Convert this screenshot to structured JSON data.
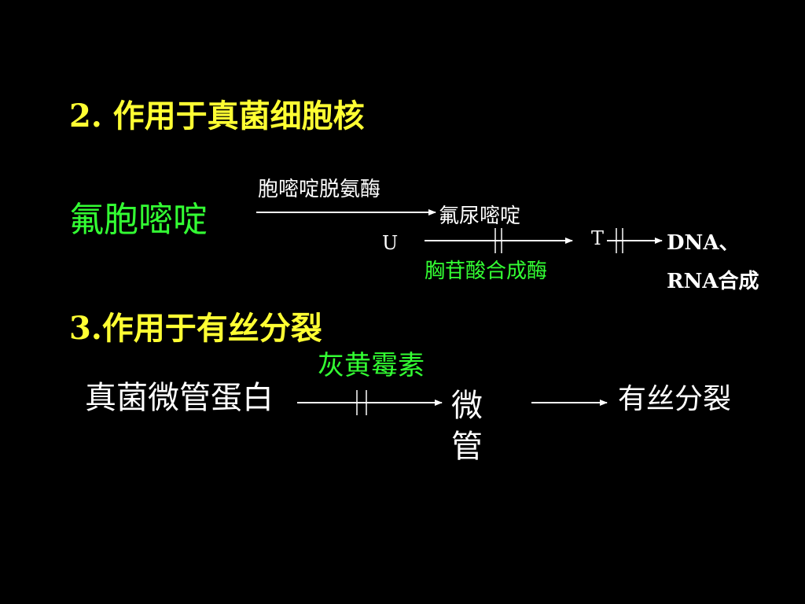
{
  "section2": {
    "title": "2. 作用于真菌细胞核",
    "drug": "氟胞嘧啶",
    "enzyme1": "胞嘧啶脱氨酶",
    "product": "氟尿嘧啶",
    "u_label": "U",
    "enzyme2": "胸苷酸合成酶",
    "t_label": "T",
    "result_line1": "DNA、",
    "result_line2": "RNA合成"
  },
  "section3": {
    "title": "3.作用于有丝分裂",
    "drug": "灰黄霉素",
    "substrate": "真菌微管蛋白",
    "product_char1": "微",
    "product_char2": "管",
    "result": "有丝分裂"
  },
  "colors": {
    "title": "#ffff33",
    "highlight": "#33ff33",
    "text": "#ffffff",
    "background": "#000000"
  }
}
